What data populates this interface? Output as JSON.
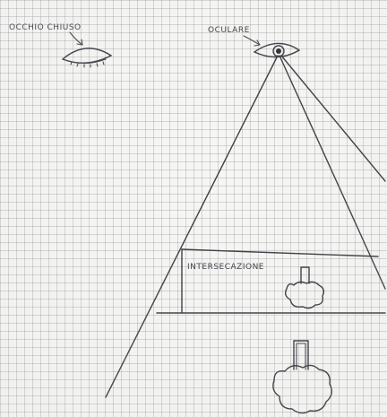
{
  "sheet": {
    "paper": "graph-paper",
    "ink_color": "#3c3c44",
    "grid_color": "#9a9aa0"
  },
  "labels": {
    "closed_eye": "OCCHIO CHIUSO",
    "eyepiece": "OCULARE",
    "intersection": "INTERSECAZIONE"
  },
  "icons": {
    "closed_eye": "closed-eye-icon",
    "open_eye": "open-eye-icon",
    "object": "cloud-tree-icon",
    "projected_object": "cloud-tree-icon"
  }
}
